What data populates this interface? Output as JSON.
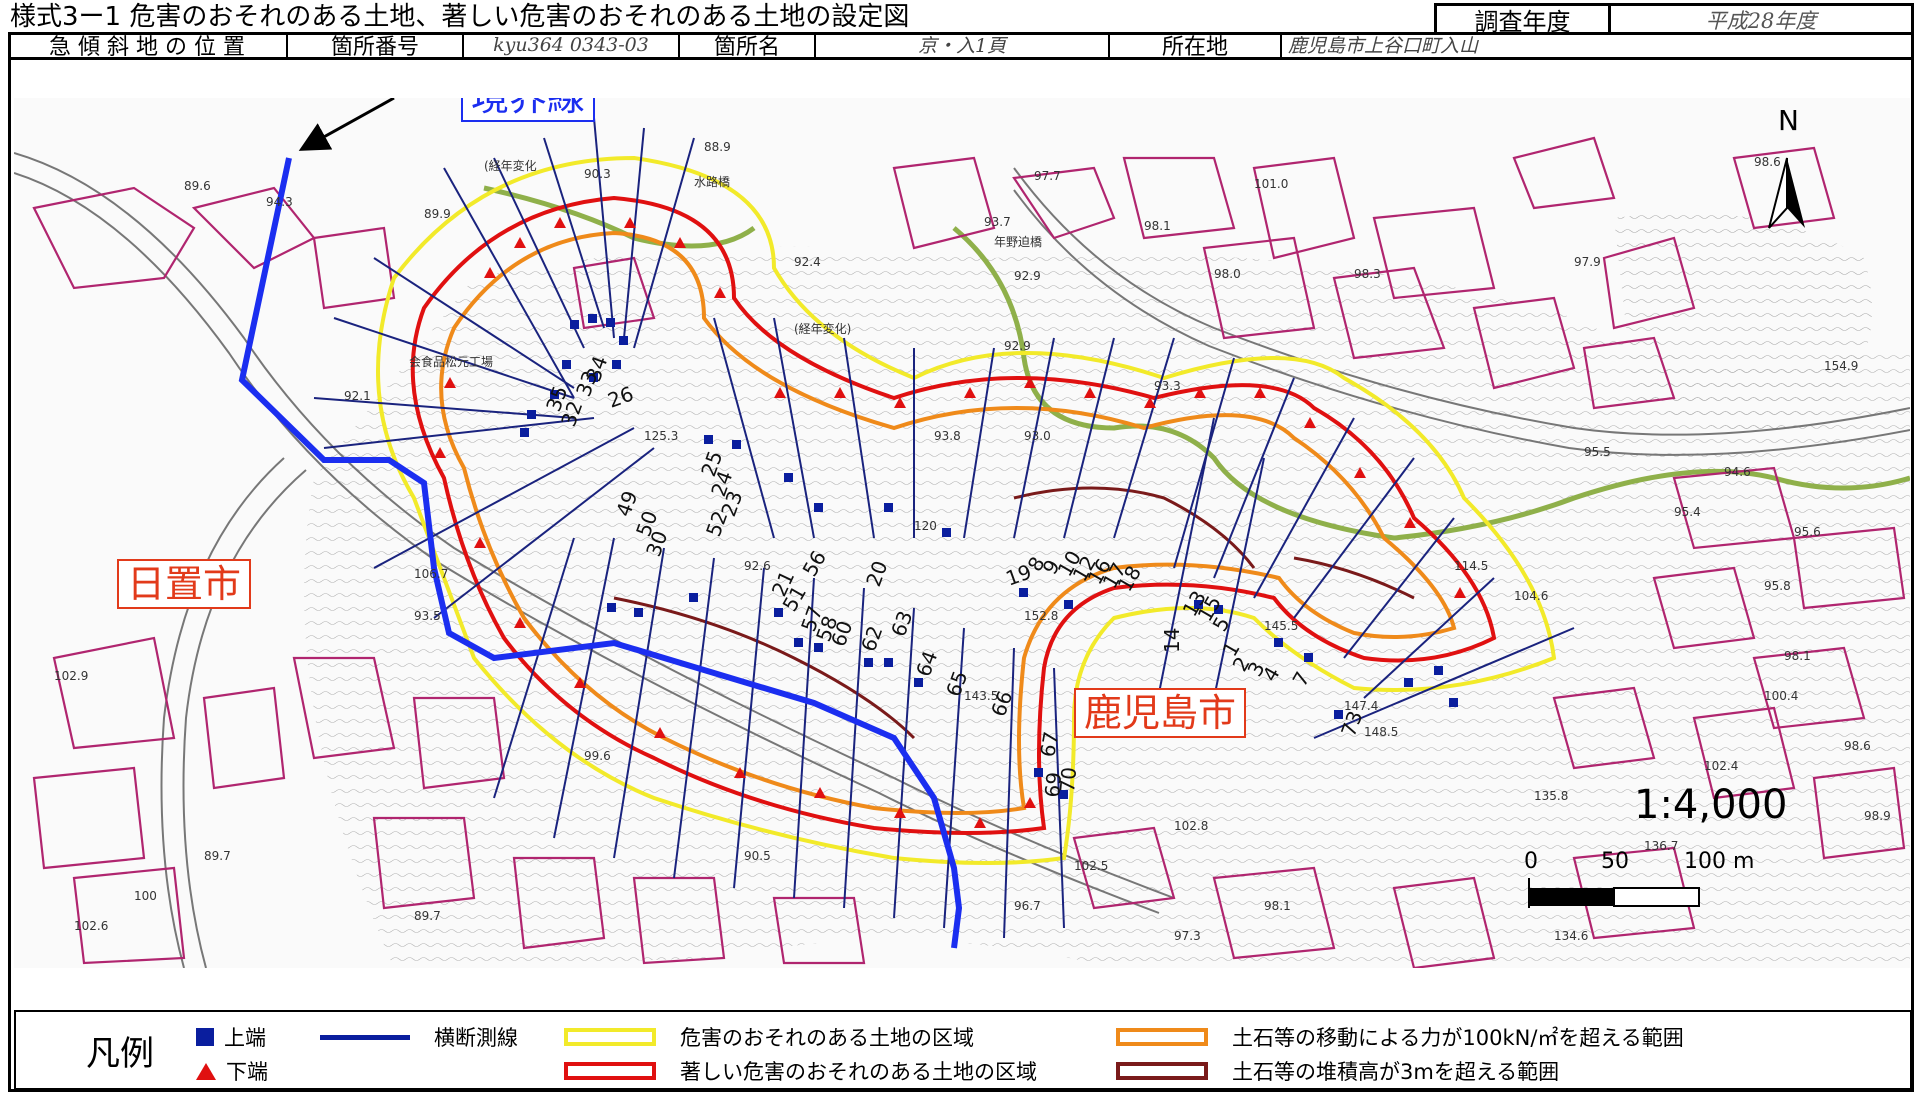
{
  "header": {
    "title": "様式3ー1 危害のおそれのある土地、著しい危害のおそれのある土地の設定図",
    "survey_year_label": "調査年度",
    "survey_year_value": "平成28年度"
  },
  "info": {
    "position_label": "急 傾 斜 地 の 位 置",
    "site_no_label": "箇所番号",
    "site_no_value": "kyu364 0343-03",
    "site_name_label": "箇所名",
    "site_name_value": "京・入1頁",
    "location_label": "所在地",
    "location_value": "鹿児島市上谷口町入山"
  },
  "map": {
    "callouts": {
      "boundary": "境界線",
      "hioki": "日置市",
      "kagoshima": "鹿児島市"
    },
    "north": "N",
    "scale_ratio": "1:4,000",
    "scale_ticks": [
      "0",
      "50",
      "100 m"
    ],
    "labels": {
      "yearchange1": "(経年変化",
      "yearchange2": "(経年変化)",
      "factory": "会食品松元工場",
      "bridge1": "水路橋",
      "bridge2": "年野迫橋",
      "e1": "88.9",
      "e2": "90.3",
      "e3": "89.9",
      "e4": "89.6",
      "e5": "94.3",
      "e6": "92.4",
      "e7": "97.7",
      "e8": "93.7",
      "e9": "98.1",
      "e10": "101.0",
      "e11": "98.6",
      "e12": "92.9",
      "e13": "98.0",
      "e14": "98.3",
      "e15": "97.9",
      "e16": "92.9",
      "e17": "93.3",
      "e18": "92.1",
      "e19": "125.3",
      "e20": "120",
      "e21": "93.8",
      "e22": "93.0",
      "e23": "154.9",
      "e24": "95.5",
      "e25": "94.6",
      "e26": "95.4",
      "e27": "95.6",
      "e28": "95.8",
      "e29": "152.8",
      "e30": "145.5",
      "e31": "148.5",
      "e32": "106.7",
      "e33": "102.9",
      "e34": "98.1",
      "e35": "99.6",
      "e36": "89.7",
      "e37": "90.5",
      "e38": "135.8",
      "e39": "136.7",
      "e40": "100.4",
      "e41": "98.6",
      "e42": "102.4",
      "e43": "98.9",
      "e44": "102.8",
      "e45": "102.5",
      "e46": "96.7",
      "e47": "98.1",
      "e48": "97.3",
      "e49": "134.6",
      "e50": "102.6",
      "e51": "100",
      "e52": "89.7",
      "e53": "143.5",
      "e54": "147.4",
      "e55": "114.5",
      "e56": "104.6",
      "e57": "93.5",
      "e58": "92.6",
      "s1": "20",
      "s2": "21",
      "s3": "56",
      "s4": "63",
      "s5": "62",
      "s6": "64",
      "s7": "65",
      "s8": "66",
      "s9": "67",
      "s10": "19",
      "s11": "14",
      "s12": "26",
      "s13": "25",
      "s14": "24",
      "s15": "23",
      "s16": "52",
      "s17": "51",
      "s18": "49",
      "s19": "50",
      "s20": "30",
      "s21": "33",
      "s22": "34",
      "s23": "35",
      "s24": "32",
      "s25": "57",
      "s26": "58",
      "s27": "60",
      "s28": "69",
      "s29": "70",
      "s30": "73",
      "s31": "1",
      "s32": "5",
      "s33": "7",
      "s34": "8",
      "s35": "9",
      "s36": "10",
      "s37": "12",
      "s38": "13",
      "s39": "15",
      "s40": "16",
      "s41": "17",
      "s42": "18",
      "s43": "2",
      "s44": "3",
      "s45": "4"
    }
  },
  "legend": {
    "title": "凡例",
    "upper_end": "上端",
    "lower_end": "下端",
    "cross_section": "横断測線",
    "hazard_zone": "危害のおそれのある土地の区域",
    "severe_hazard_zone": "著しい危害のおそれのある土地の区域",
    "force_range": "土石等の移動による力が100kN/㎡を超える範囲",
    "deposit_range": "土石等の堆積高が3mを超える範囲",
    "colors": {
      "upper_end": "#0a1e9e",
      "lower_end": "#e01010",
      "cross_section": "#0a1e9e",
      "hazard_zone": "#f2ea2a",
      "severe_hazard_zone": "#e01010",
      "force_range": "#ef8a1a",
      "deposit_range": "#7a1a1a",
      "boundary_line": "#1b2ef0"
    }
  }
}
